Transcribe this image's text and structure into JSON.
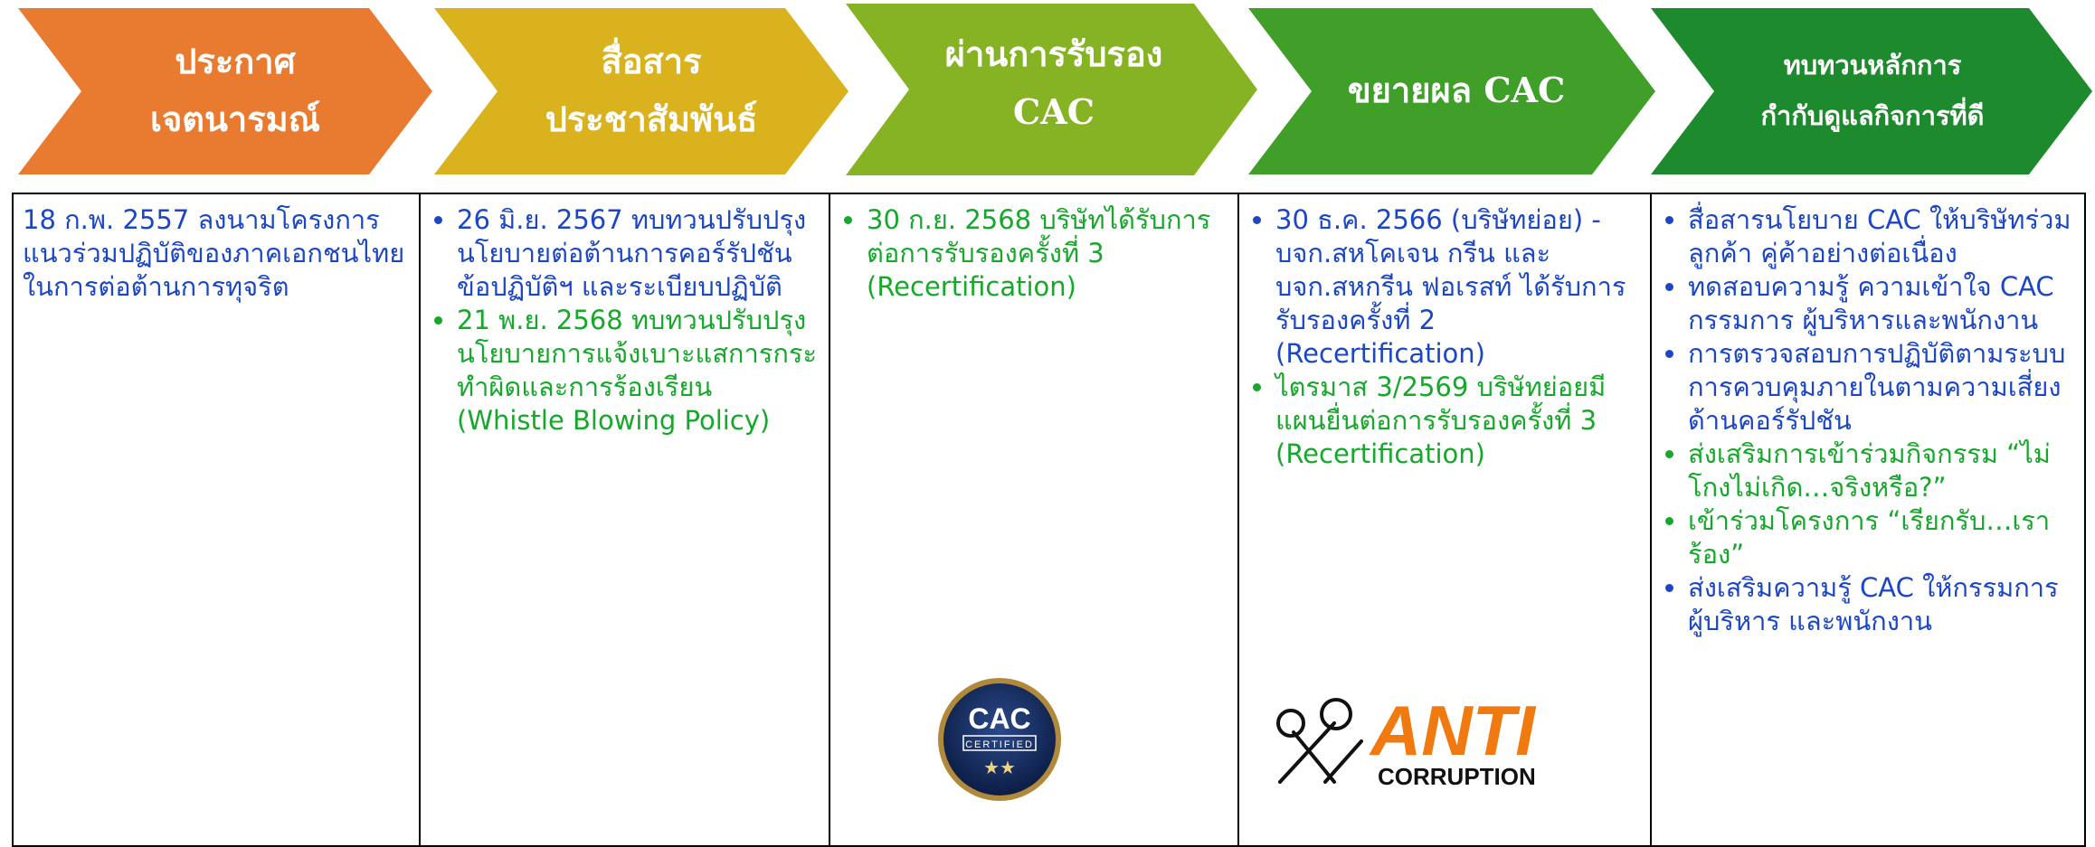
{
  "header": {
    "steps": [
      {
        "lines": [
          "ประกาศ",
          "เจตนารมณ์"
        ],
        "color": "#e97b30"
      },
      {
        "lines": [
          "สื่อสาร",
          "ประชาสัมพันธ์"
        ],
        "color": "#dab21e"
      },
      {
        "lines": [
          "ผ่านการรับรอง",
          "CAC"
        ],
        "color": "#86b324"
      },
      {
        "lines": [
          "ขยายผล CAC"
        ],
        "color": "#3f9f28"
      },
      {
        "lines": [
          "ทบทวนหลักการ",
          "กำกับดูแลกิจการที่ดี"
        ],
        "color": "#1e8a2e"
      }
    ]
  },
  "columns": [
    {
      "text": "18 ก.พ. 2557  ลงนามโครงการแนวร่วมปฏิบัติของภาคเอกชนไทยในการต่อต้านการทุจริต"
    },
    {
      "items": [
        {
          "text": "26 มิ.ย. 2567  ทบทวนปรับปรุงนโยบายต่อต้านการคอร์รัปชัน ข้อปฏิบัติฯ และระเบียบปฏิบัติ",
          "color": "blue"
        },
        {
          "text": "21 พ.ย. 2568 ทบทวนปรับปรุงนโยบายการแจ้งเบาะแสการกระทำผิดและการร้องเรียน (Whistle Blowing Policy)",
          "color": "green"
        }
      ]
    },
    {
      "items": [
        {
          "text": "30 ก.ย. 2568 บริษัทได้รับการต่อการรับรองครั้งที่ 3 (Recertification)",
          "color": "green"
        }
      ],
      "badge": {
        "line1": "CAC",
        "line2": "CERTIFIED",
        "stars": "★★"
      }
    },
    {
      "items": [
        {
          "text": "30 ธ.ค. 2566  (บริษัทย่อย) - บจก.สหโคเจน กรีน และ บจก.สหกรีน ฟอเรสท์ ได้รับการรับรองครั้งที่ 2 (Recertification)",
          "color": "blue"
        },
        {
          "text": "ไตรมาส 3/2569 บริษัทย่อยมีแผนยื่นต่อการรับรองครั้งที่ 3 (Recertification)",
          "color": "green"
        }
      ],
      "logo": {
        "word": "ANTI",
        "sub": "CORRUPTION"
      }
    },
    {
      "items": [
        {
          "text": "สื่อสารนโยบาย CAC ให้บริษัทร่วม ลูกค้า คู่ค้าอย่างต่อเนื่อง",
          "color": "blue"
        },
        {
          "text": "ทดสอบความรู้ ความเข้าใจ CAC กรรมการ ผู้บริหารและพนักงาน",
          "color": "blue"
        },
        {
          "text": "การตรวจสอบการปฏิบัติตามระบบการควบคุมภายในตามความเสี่ยงด้านคอร์รัปชัน",
          "color": "blue"
        },
        {
          "text": "ส่งเสริมการเข้าร่วมกิจกรรม “ไม่โกงไม่เกิด…จริงหรือ?”",
          "color": "green"
        },
        {
          "text": "เข้าร่วมโครงการ “เรียกรับ…เราร้อง”",
          "color": "green"
        },
        {
          "text": "ส่งเสริมความรู้ CAC ให้กรรมการ ผู้บริหาร และพนักงาน",
          "color": "blue"
        }
      ]
    }
  ]
}
